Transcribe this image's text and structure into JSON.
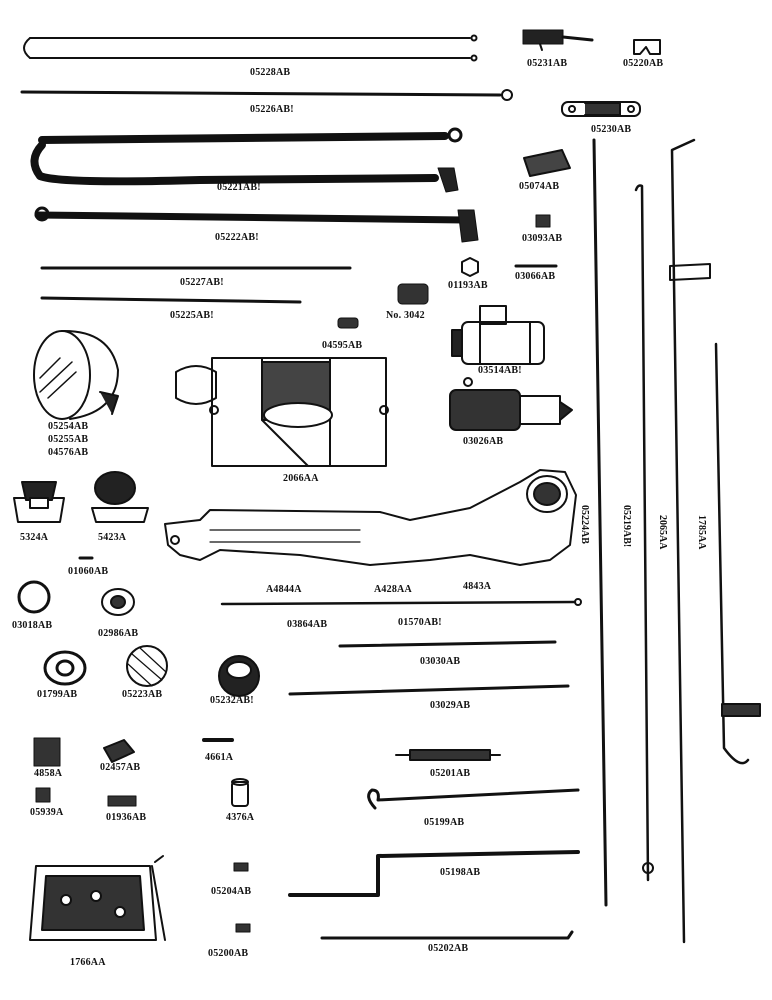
{
  "parts": [
    {
      "id": "p05228",
      "label": "05228AB"
    },
    {
      "id": "p05231",
      "label": "05231AB"
    },
    {
      "id": "p05220",
      "label": "05220AB"
    },
    {
      "id": "p05226",
      "label": "05226AB!"
    },
    {
      "id": "p05230",
      "label": "05230AB"
    },
    {
      "id": "p05221",
      "label": "05221AB!"
    },
    {
      "id": "p05074",
      "label": "05074AB"
    },
    {
      "id": "p05222",
      "label": "05222AB!"
    },
    {
      "id": "p03093",
      "label": "03093AB"
    },
    {
      "id": "p03066",
      "label": "03066AB"
    },
    {
      "id": "p05227",
      "label": "05227AB!"
    },
    {
      "id": "p01193",
      "label": "01193AB"
    },
    {
      "id": "p05225",
      "label": "05225AB!"
    },
    {
      "id": "p3042",
      "label": "No. 3042"
    },
    {
      "id": "p04595",
      "label": "04595AB"
    },
    {
      "id": "p03514",
      "label": "03514AB!"
    },
    {
      "id": "p05254",
      "label": "05254AB"
    },
    {
      "id": "p05255",
      "label": "05255AB"
    },
    {
      "id": "p04576",
      "label": "04576AB"
    },
    {
      "id": "p03026",
      "label": "03026AB"
    },
    {
      "id": "p2066",
      "label": "2066AA"
    },
    {
      "id": "p5324",
      "label": "5324A"
    },
    {
      "id": "p5423",
      "label": "5423A"
    },
    {
      "id": "p01060",
      "label": "01060AB"
    },
    {
      "id": "pA4844",
      "label": "A4844A"
    },
    {
      "id": "pA428",
      "label": "A428AA"
    },
    {
      "id": "p4843",
      "label": "4843A"
    },
    {
      "id": "p03018",
      "label": "03018AB"
    },
    {
      "id": "p02986",
      "label": "02986AB"
    },
    {
      "id": "p03864",
      "label": "03864AB"
    },
    {
      "id": "p01570",
      "label": "01570AB!"
    },
    {
      "id": "p03030",
      "label": "03030AB"
    },
    {
      "id": "p01799",
      "label": "01799AB"
    },
    {
      "id": "p05223",
      "label": "05223AB"
    },
    {
      "id": "p05232",
      "label": "05232AB!"
    },
    {
      "id": "p03029",
      "label": "03029AB"
    },
    {
      "id": "p4858",
      "label": "4858A"
    },
    {
      "id": "p02457",
      "label": "02457AB"
    },
    {
      "id": "p4661",
      "label": "4661A"
    },
    {
      "id": "p05201",
      "label": "05201AB"
    },
    {
      "id": "p05939",
      "label": "05939A"
    },
    {
      "id": "p01936",
      "label": "01936AB"
    },
    {
      "id": "p4376",
      "label": "4376A"
    },
    {
      "id": "p05199",
      "label": "05199AB"
    },
    {
      "id": "p05198",
      "label": "05198AB"
    },
    {
      "id": "p05204",
      "label": "05204AB"
    },
    {
      "id": "p1766",
      "label": "1766AA"
    },
    {
      "id": "p05200",
      "label": "05200AB"
    },
    {
      "id": "p05202",
      "label": "05202AB"
    },
    {
      "id": "p05224",
      "label": "05224AB"
    },
    {
      "id": "p05219",
      "label": "05219AB!"
    },
    {
      "id": "p2065",
      "label": "2065AA"
    },
    {
      "id": "p1785",
      "label": "1785AA"
    }
  ]
}
